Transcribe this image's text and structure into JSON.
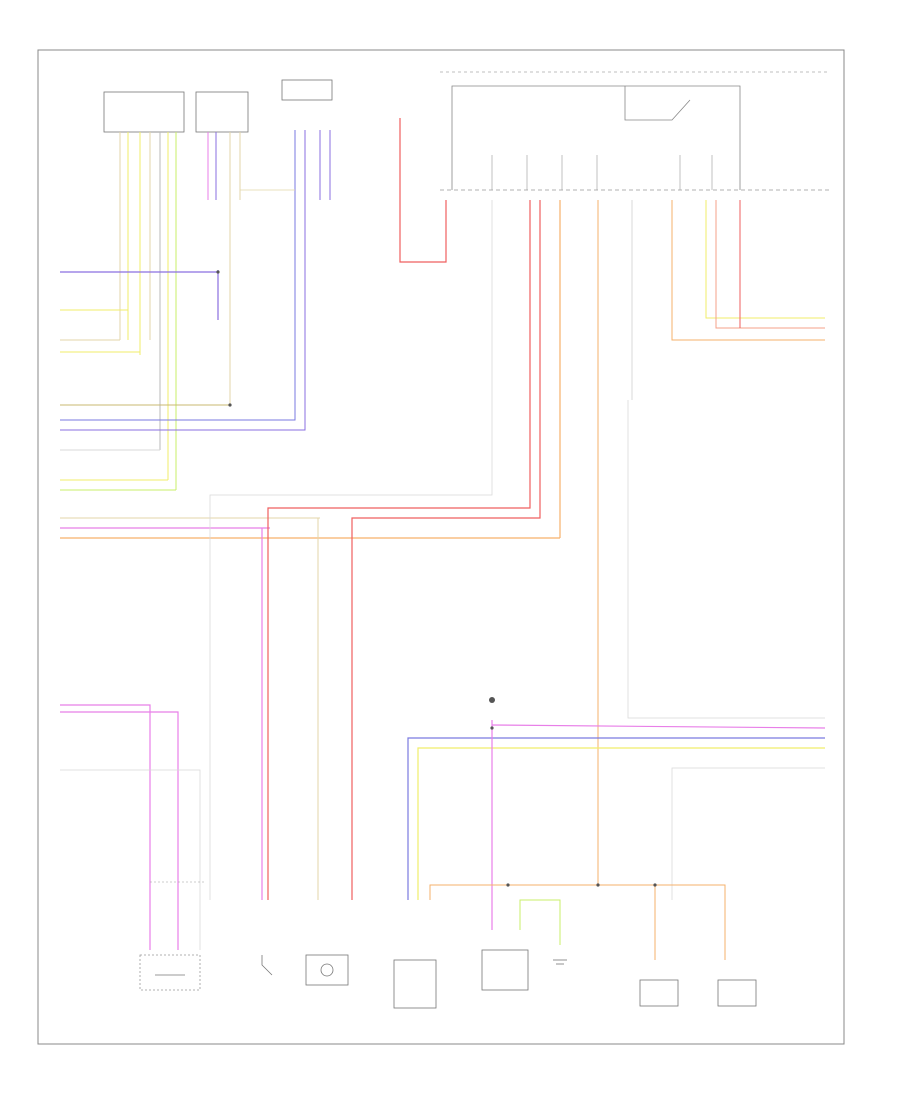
{
  "figure_ref": "",
  "wire_colors": {
    "violet": "#8a6fe0",
    "yellow": "#f1ee6a",
    "green": "#c9ef6a",
    "pink": "#e87fe8",
    "red": "#ef5f5f",
    "orange": "#f6b16b",
    "tan": "#e3d6a9",
    "gray": "#b9b9b9",
    "light": "#d9d9d9",
    "blue": "#7a7ae0",
    "salmon": "#f4a08a"
  },
  "components": [
    {
      "id": "c1",
      "icon": "connector-block"
    },
    {
      "id": "c2",
      "icon": "connector-block"
    },
    {
      "id": "c3",
      "icon": "connector-block"
    },
    {
      "id": "fuel-sender",
      "icon": "sensor"
    },
    {
      "id": "sensor-a",
      "icon": "switch"
    },
    {
      "id": "sensor-b",
      "icon": "lamp"
    },
    {
      "id": "module-a",
      "icon": "module-box"
    },
    {
      "id": "module-b",
      "icon": "module-box"
    },
    {
      "id": "ground",
      "icon": "ground"
    },
    {
      "id": "pump",
      "icon": "motor"
    },
    {
      "id": "heater",
      "icon": "motor"
    }
  ]
}
